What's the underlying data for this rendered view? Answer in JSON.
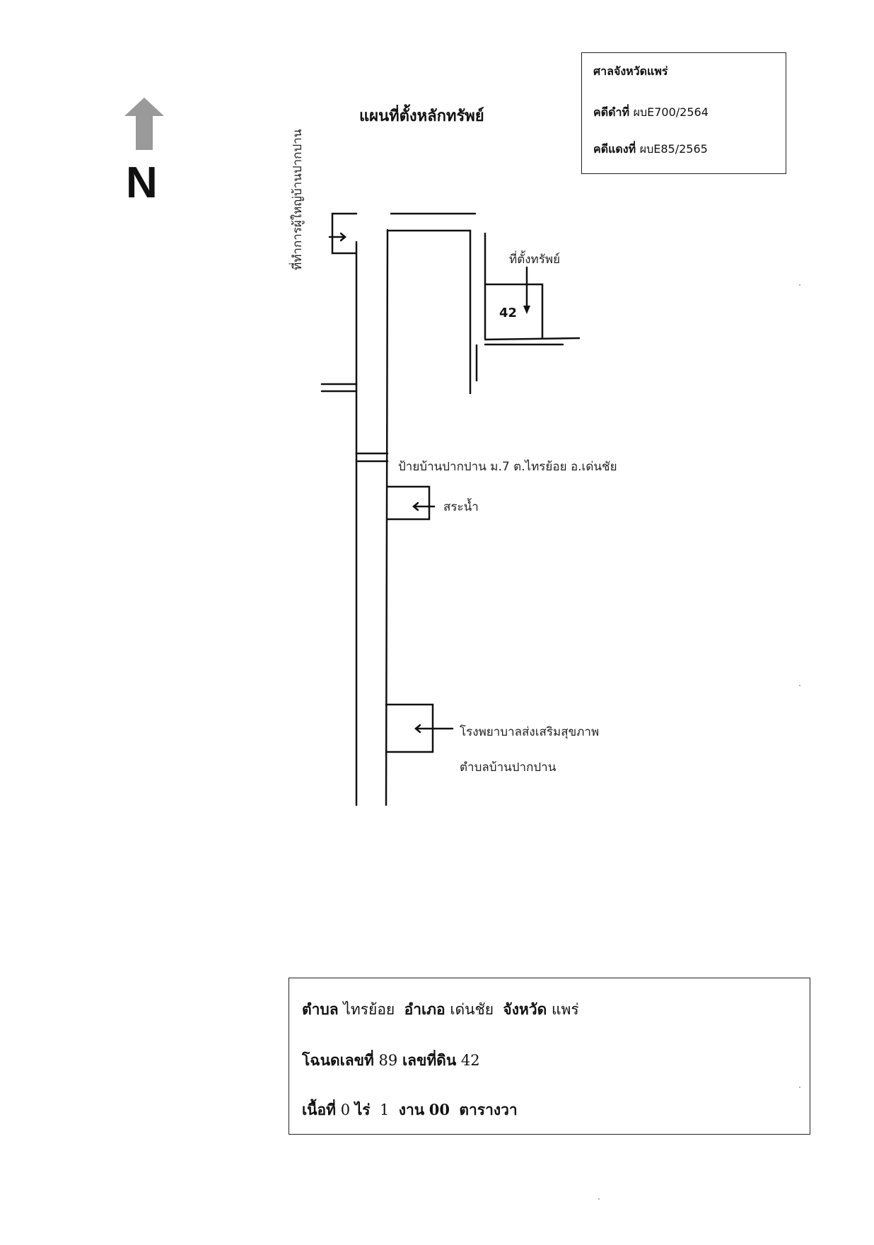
{
  "north": {
    "letter": "N"
  },
  "title": "แผนที่ตั้งหลักทรัพย์",
  "case_box": {
    "court": "ศาลจังหวัดแพร่",
    "black_label": "คดีดำที่",
    "black_value": "ผบE700/2564",
    "red_label": "คดีแดงที่",
    "red_value": "ผบE85/2565"
  },
  "annotations": {
    "top_left_building": "ที่ทำการผู้ใหญ่บ้านปากปาน",
    "property_label": "ที่ตั้งทรัพย์",
    "plot_number": "42",
    "village_sign": "ป้ายบ้านปากปาน ม.7 ต.ไทรย้อย อ.เด่นชัย",
    "pond": "สระน้ำ",
    "hospital_line1": "โรงพยาบาลส่งเสริมสุขภาพ",
    "hospital_line2": "ตำบลบ้านปากปาน"
  },
  "info": {
    "subdistrict_label": "ตำบล",
    "subdistrict": "ไทรย้อย",
    "district_label": "อำเภอ",
    "district": "เด่นชัย",
    "province_label": "จังหวัด",
    "province": "แพร่",
    "deed_label": "โฉนดเลขที่",
    "deed_no": "89",
    "land_no_label": "เลขที่ดิน",
    "land_no": "42",
    "area_label": "เนื้อที่",
    "rai": "0",
    "rai_label": "ไร่",
    "ngan": "1",
    "ngan_label": "งาน",
    "wa": "00",
    "wa_label": "ตารางวา"
  }
}
